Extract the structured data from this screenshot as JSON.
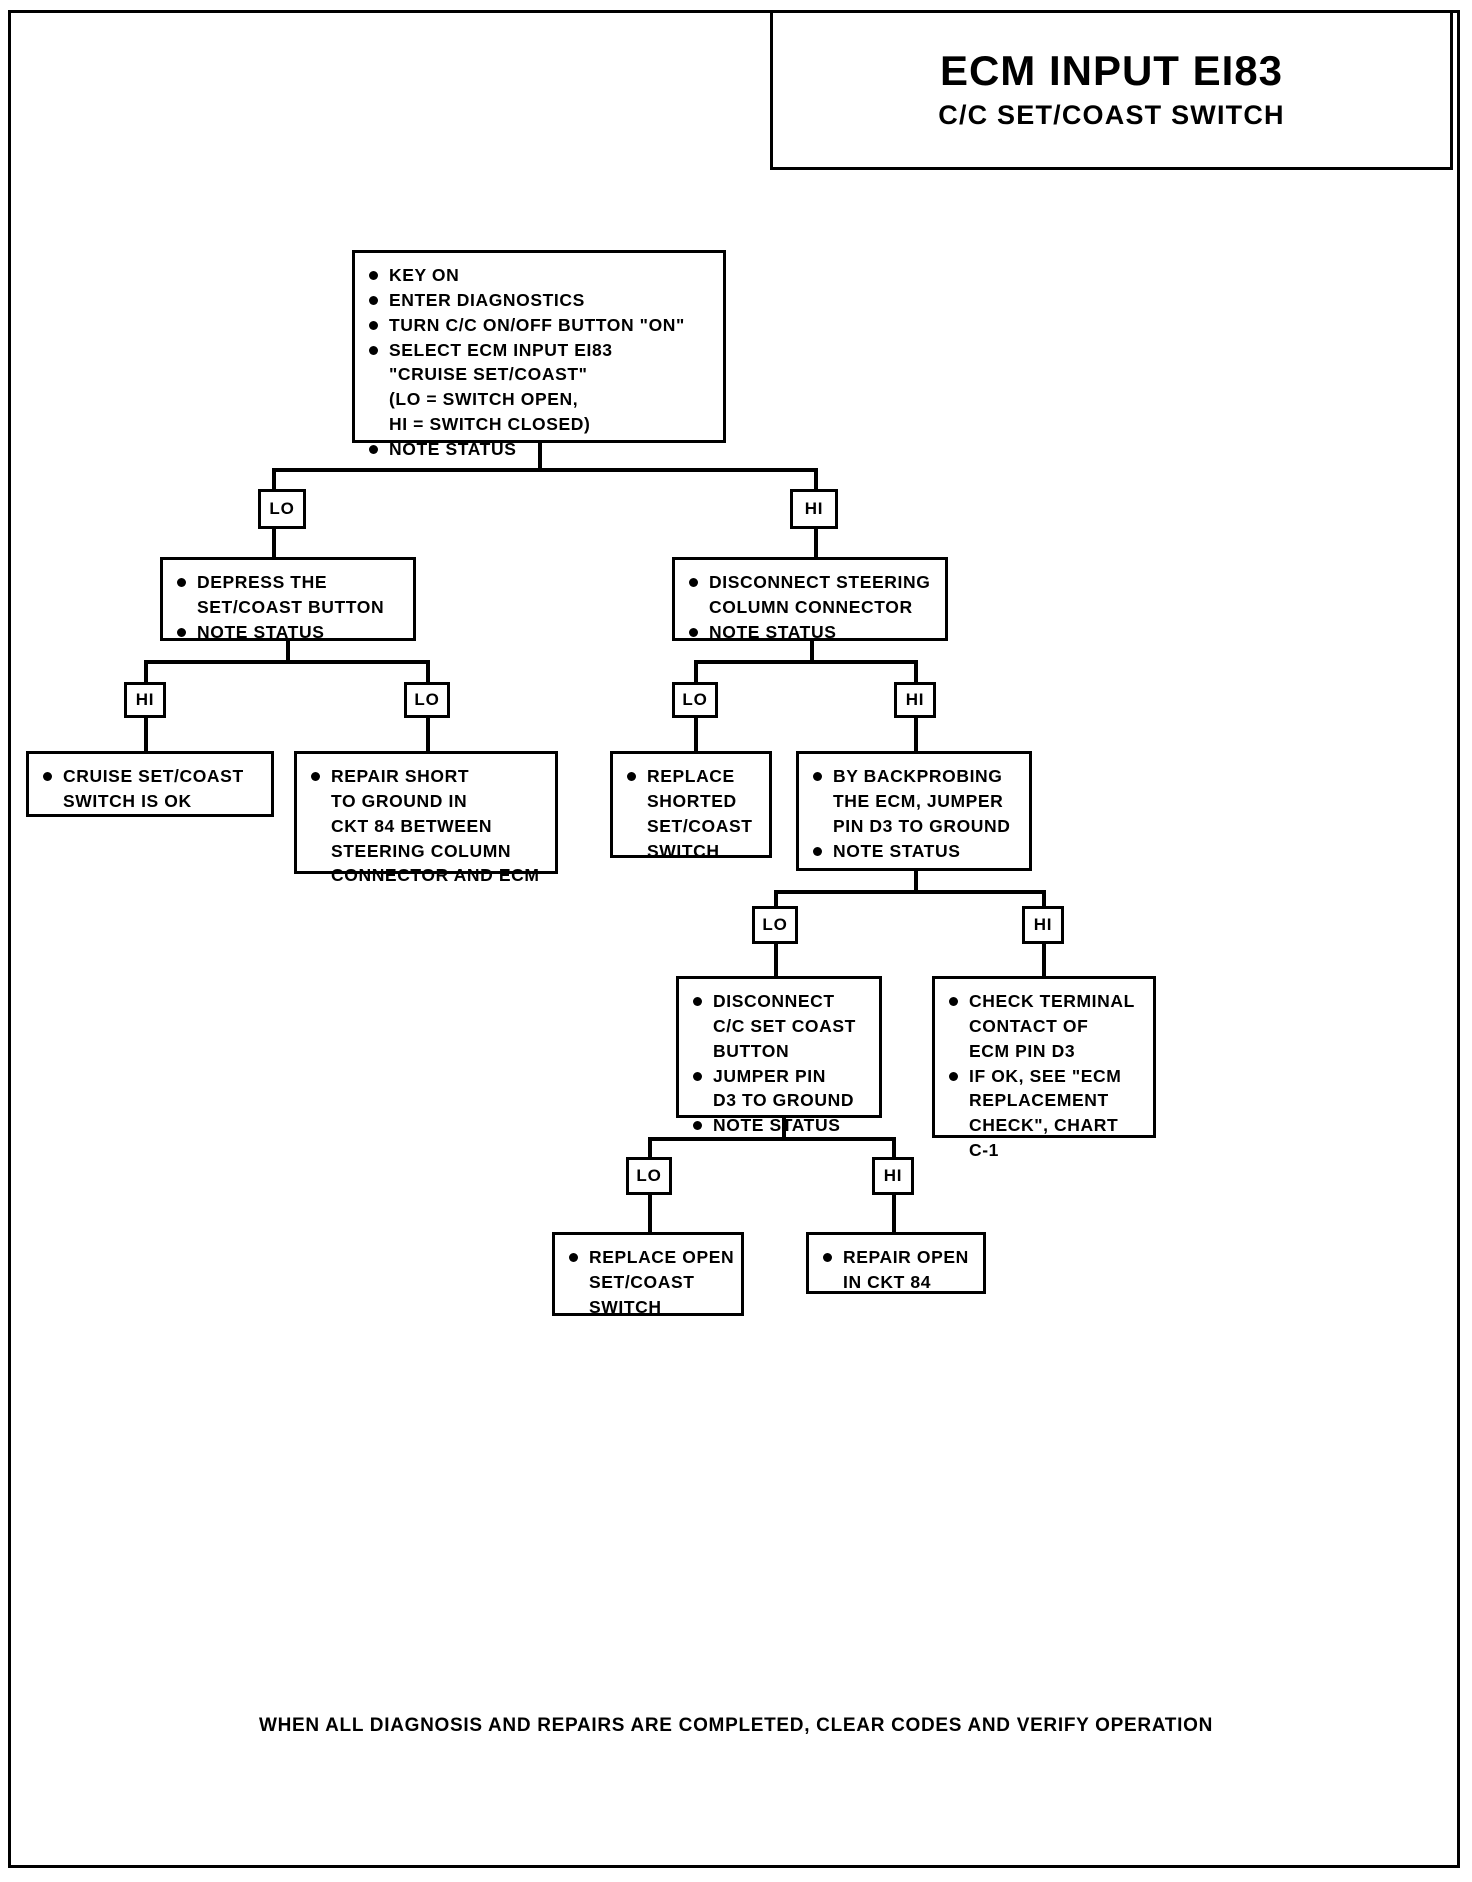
{
  "header": {
    "title": "ECM INPUT EI83",
    "subtitle": "C/C SET/COAST SWITCH"
  },
  "footer": {
    "note": "WHEN ALL DIAGNOSIS AND REPAIRS ARE COMPLETED, CLEAR CODES AND VERIFY OPERATION"
  },
  "labels": {
    "lo": "LO",
    "hi": "HI"
  },
  "nodes": {
    "start": {
      "lines": [
        {
          "text": "KEY ON",
          "bullet": true
        },
        {
          "text": "ENTER DIAGNOSTICS",
          "bullet": true
        },
        {
          "text": "TURN C/C ON/OFF BUTTON \"ON\"",
          "bullet": true
        },
        {
          "text": "SELECT ECM INPUT EI83",
          "bullet": true
        },
        {
          "text": "\"CRUISE SET/COAST\"",
          "bullet": false
        },
        {
          "text": "(LO = SWITCH OPEN,",
          "bullet": false
        },
        {
          "text": "HI = SWITCH CLOSED)",
          "bullet": false
        },
        {
          "text": "NOTE STATUS",
          "bullet": true
        }
      ]
    },
    "depress": {
      "lines": [
        {
          "text": "DEPRESS THE",
          "bullet": true
        },
        {
          "text": "SET/COAST BUTTON",
          "bullet": false
        },
        {
          "text": "NOTE STATUS",
          "bullet": true
        }
      ]
    },
    "disconnect_column": {
      "lines": [
        {
          "text": "DISCONNECT STEERING",
          "bullet": true
        },
        {
          "text": "COLUMN CONNECTOR",
          "bullet": false
        },
        {
          "text": "NOTE STATUS",
          "bullet": true
        }
      ]
    },
    "switch_ok": {
      "lines": [
        {
          "text": "CRUISE SET/COAST",
          "bullet": true
        },
        {
          "text": "SWITCH IS OK",
          "bullet": false
        }
      ]
    },
    "repair_short": {
      "lines": [
        {
          "text": "REPAIR SHORT",
          "bullet": true
        },
        {
          "text": "TO GROUND IN",
          "bullet": false
        },
        {
          "text": "CKT 84 BETWEEN",
          "bullet": false
        },
        {
          "text": "STEERING COLUMN",
          "bullet": false
        },
        {
          "text": "CONNECTOR AND ECM",
          "bullet": false
        }
      ]
    },
    "replace_shorted": {
      "lines": [
        {
          "text": "REPLACE",
          "bullet": true
        },
        {
          "text": "SHORTED",
          "bullet": false
        },
        {
          "text": "SET/COAST",
          "bullet": false
        },
        {
          "text": "SWITCH",
          "bullet": false
        }
      ]
    },
    "backprobe": {
      "lines": [
        {
          "text": "BY BACKPROBING",
          "bullet": true
        },
        {
          "text": "THE ECM, JUMPER",
          "bullet": false
        },
        {
          "text": "PIN D3 TO GROUND",
          "bullet": false
        },
        {
          "text": "NOTE STATUS",
          "bullet": true
        }
      ]
    },
    "disconnect_button": {
      "lines": [
        {
          "text": "DISCONNECT",
          "bullet": true
        },
        {
          "text": "C/C SET COAST",
          "bullet": false
        },
        {
          "text": "BUTTON",
          "bullet": false
        },
        {
          "text": "JUMPER PIN",
          "bullet": true
        },
        {
          "text": "D3 TO GROUND",
          "bullet": false
        },
        {
          "text": "NOTE STATUS",
          "bullet": true
        }
      ]
    },
    "check_terminal": {
      "lines": [
        {
          "text": "CHECK TERMINAL",
          "bullet": true
        },
        {
          "text": "CONTACT OF",
          "bullet": false
        },
        {
          "text": "ECM PIN D3",
          "bullet": false
        },
        {
          "text": "IF OK, SEE \"ECM",
          "bullet": true
        },
        {
          "text": "REPLACEMENT",
          "bullet": false
        },
        {
          "text": "CHECK\", CHART",
          "bullet": false
        },
        {
          "text": "C-1",
          "bullet": false
        }
      ]
    },
    "replace_open": {
      "lines": [
        {
          "text": "REPLACE OPEN",
          "bullet": true
        },
        {
          "text": "SET/COAST",
          "bullet": false
        },
        {
          "text": "SWITCH",
          "bullet": false
        }
      ]
    },
    "repair_open": {
      "lines": [
        {
          "text": "REPAIR OPEN",
          "bullet": true
        },
        {
          "text": "IN CKT 84",
          "bullet": false
        }
      ]
    }
  }
}
